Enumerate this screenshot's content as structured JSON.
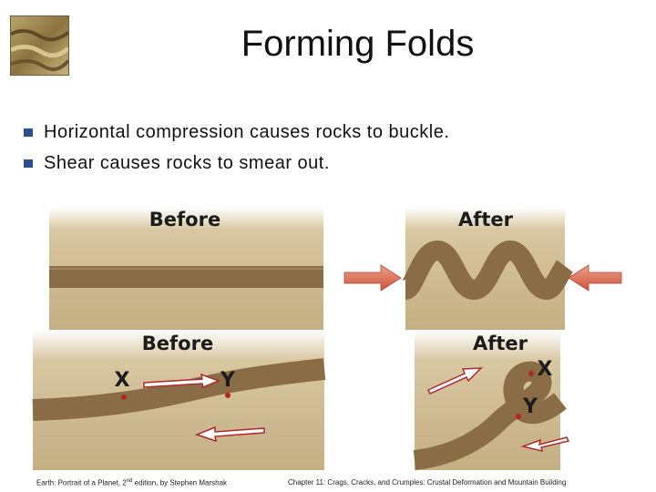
{
  "slide": {
    "title": "Forming Folds",
    "bullets": [
      "Horizontal compression causes rocks to buckle.",
      "Shear causes rocks to smear out."
    ]
  },
  "figure": {
    "top_left_label": "Before",
    "top_right_label": "After",
    "bottom_left_label": "Before",
    "bottom_right_label": "After",
    "point_x": "X",
    "point_y": "Y",
    "colors": {
      "sand": "#c8b48c",
      "layer": "#8a6c46",
      "arrow_orange": "#d9694a",
      "arrow_red": "#b0282a"
    }
  },
  "footer": {
    "left_prefix": "Earth: Portrait of a Planet, 2",
    "left_sup": "nd",
    "left_suffix": " edition, by Stephen Marshak",
    "right": "Chapter 11: Crags, Cracks, and Crumples: Crustal Deformation and Mountain Building"
  }
}
